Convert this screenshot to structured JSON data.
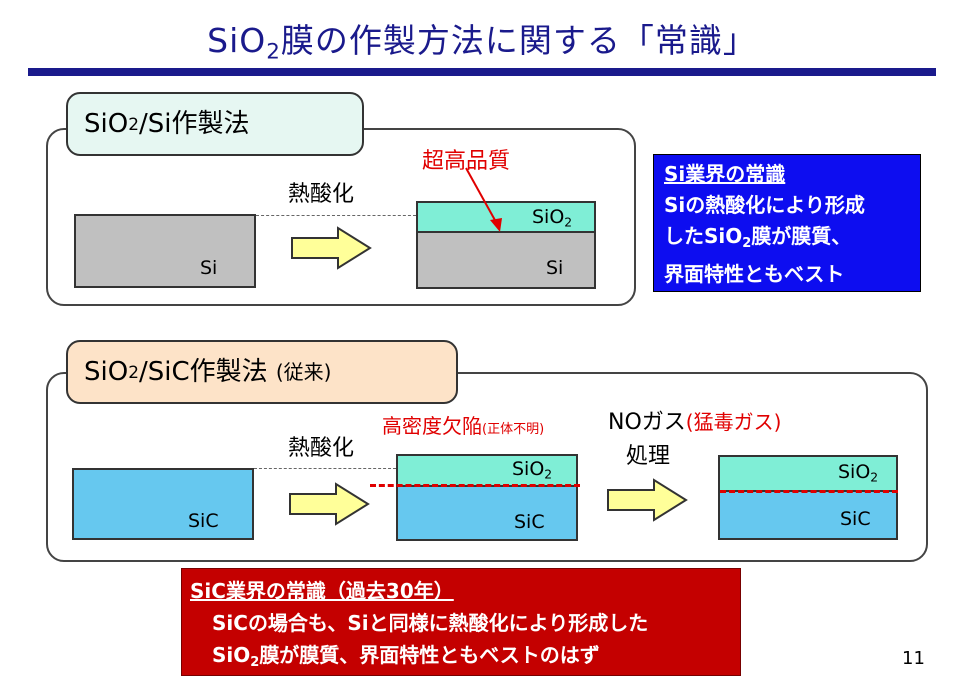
{
  "title": {
    "main": "SiO",
    "sub": "2",
    "rest": "膜の作製方法に関する「常識」"
  },
  "section1": {
    "tab": {
      "pre": "SiO",
      "sub": "2",
      "post": "/Si作製法"
    },
    "process_label": "熱酸化",
    "annotation": "超高品質",
    "substrate_label": "Si",
    "oxide_label": {
      "pre": "SiO",
      "sub": "2"
    },
    "result_substrate_label": "Si"
  },
  "section2": {
    "tab": {
      "pre": "SiO",
      "sub": "2",
      "post": "/SiC作製法",
      "suffix": "(従来)"
    },
    "process_label": "熱酸化",
    "defect_label": "高密度欠陥",
    "defect_note": "(正体不明)",
    "no_gas_label": "NOガス",
    "toxic_note": "(猛毒ガス)",
    "treatment_label": "処理",
    "substrate_label": "SiC",
    "oxide_label": {
      "pre": "SiO",
      "sub": "2"
    },
    "mid_substrate_label": "SiC",
    "final_oxide_label": {
      "pre": "SiO",
      "sub": "2"
    },
    "final_substrate_label": "SiC"
  },
  "si_box": {
    "heading": "Si業界の常識",
    "line1": "Siの熱酸化により形成",
    "line2_pre": "したSiO",
    "line2_sub": "2",
    "line2_post": "膜が膜質、",
    "line3": "界面特性ともベスト"
  },
  "sic_box": {
    "heading": "SiC業界の常識（過去30年）",
    "line1": "SiCの場合も、Siと同様に熱酸化により形成した",
    "line2_pre": "SiO",
    "line2_sub": "2",
    "line2_post": "膜が膜質、界面特性ともベストのはず"
  },
  "page_number": "11",
  "colors": {
    "title": "#1a1a8c",
    "si_substrate": "#c0c0c0",
    "sic_substrate": "#66c8ef",
    "oxide": "#7feed6",
    "defect": "#e00000",
    "arrow_fill": "#ffff99",
    "si_box_bg": "#0d0df0",
    "sic_box_bg": "#c40000"
  }
}
